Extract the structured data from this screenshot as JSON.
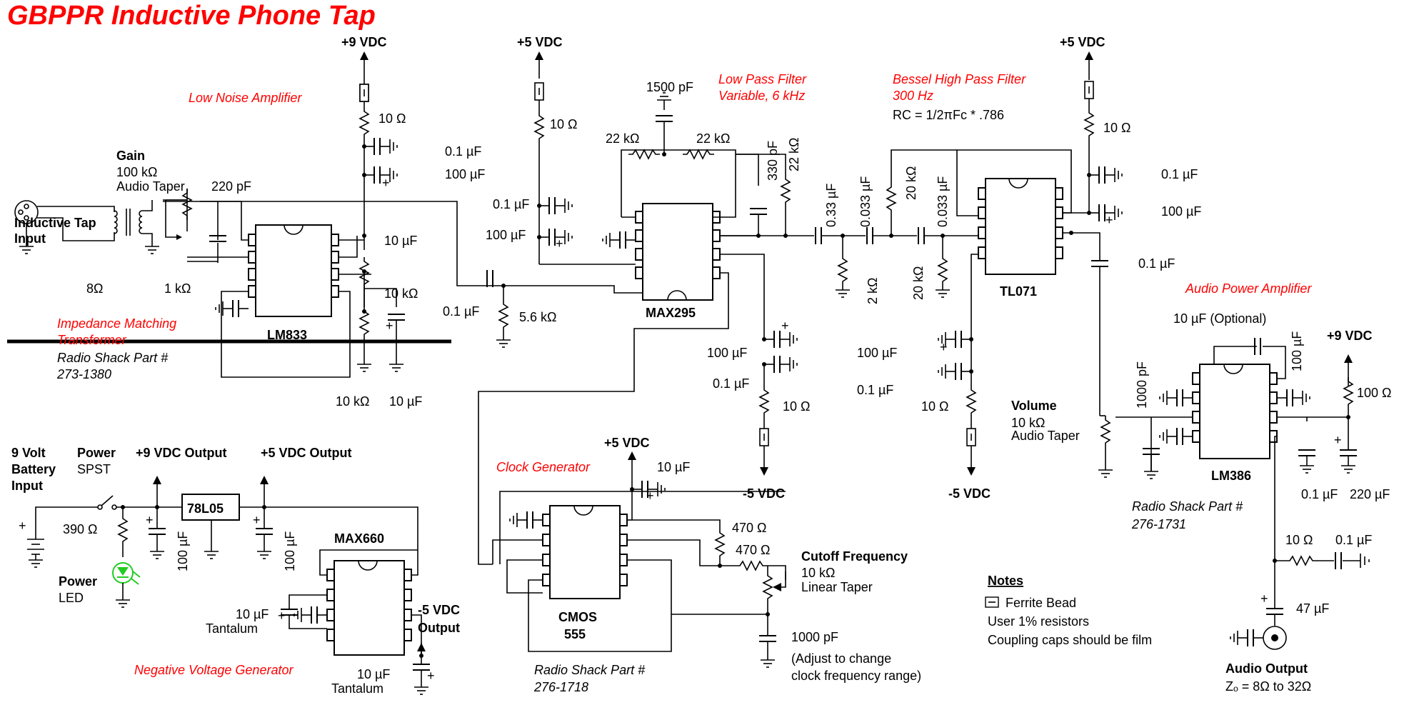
{
  "title": "GBPPR Inductive Phone Tap",
  "sections": {
    "low_noise_amp": "Low Noise Amplifier",
    "low_pass_1": "Low Pass Filter",
    "low_pass_2": "Variable, 6 kHz",
    "hp_1": "Bessel High Pass Filter",
    "hp_2": "300 Hz",
    "hp_formula": "RC = 1/2πFᴄ * .786",
    "audio_amp": "Audio Power Amplifier",
    "clock_gen": "Clock Generator",
    "neg_gen": "Negative Voltage Generator",
    "imp_1": "Impedance Matching",
    "imp_2": "Transformer"
  },
  "power": {
    "p9": "+9 VDC",
    "p5": "+5 VDC",
    "m5": "-5 VDC"
  },
  "ics": {
    "lm833": "LM833",
    "max295": "MAX295",
    "tl071": "TL071",
    "lm386": "LM386",
    "max660": "MAX660",
    "cmos": "CMOS",
    "n555": "555",
    "reg": "78L05"
  },
  "labels": {
    "gain": "Gain",
    "gain_val": "100 kΩ",
    "audio_taper": "Audio Taper",
    "c220p": "220 pF",
    "tap_in_1": "Inductive Tap",
    "tap_in_2": "Input",
    "r8": "8Ω",
    "r1k": "1 kΩ",
    "rs_part": "Radio Shack Part #",
    "p273": "273-1380",
    "p276_1718": "276-1718",
    "p276_1731": "276-1731",
    "r10": "10 Ω",
    "r10k": "10 kΩ",
    "c01": "0.1 µF",
    "c100": "100 µF",
    "c10": "10 µF",
    "r56k": "5.6 kΩ",
    "c1500p": "1500 pF",
    "r22k": "22 kΩ",
    "c330p": "330 pF",
    "c033": "0.33 µF",
    "c0033": "0.033 µF",
    "r20k": "20 kΩ",
    "r2k": "2 kΩ",
    "c10opt": "10 µF (Optional)",
    "c1000p": "1000 pF",
    "r100": "100 Ω",
    "volume": "Volume",
    "c220u": "220 µF",
    "c47": "47 µF",
    "audio_out": "Audio Output",
    "zout": "Zₒ = 8Ω to 32Ω",
    "batt_1": "9 Volt",
    "batt_2": "Battery",
    "batt_3": "Input",
    "pwr": "Power",
    "spst": "SPST",
    "out9": "+9 VDC Output",
    "out5": "+5 VDC Output",
    "r390": "390 Ω",
    "led": "LED",
    "tantalum": "Tantalum",
    "m5out": "-5 VDC",
    "output": "Output",
    "r470": "470 Ω",
    "cutoff": "Cutoff Frequency",
    "linear_taper": "Linear Taper",
    "adj_1": "(Adjust to change",
    "adj_2": "clock frequency range)"
  },
  "notes": {
    "heading": "Notes",
    "ferrite": "Ferrite Bead",
    "n1": "User 1% resistors",
    "n2": "Coupling caps should be film"
  }
}
